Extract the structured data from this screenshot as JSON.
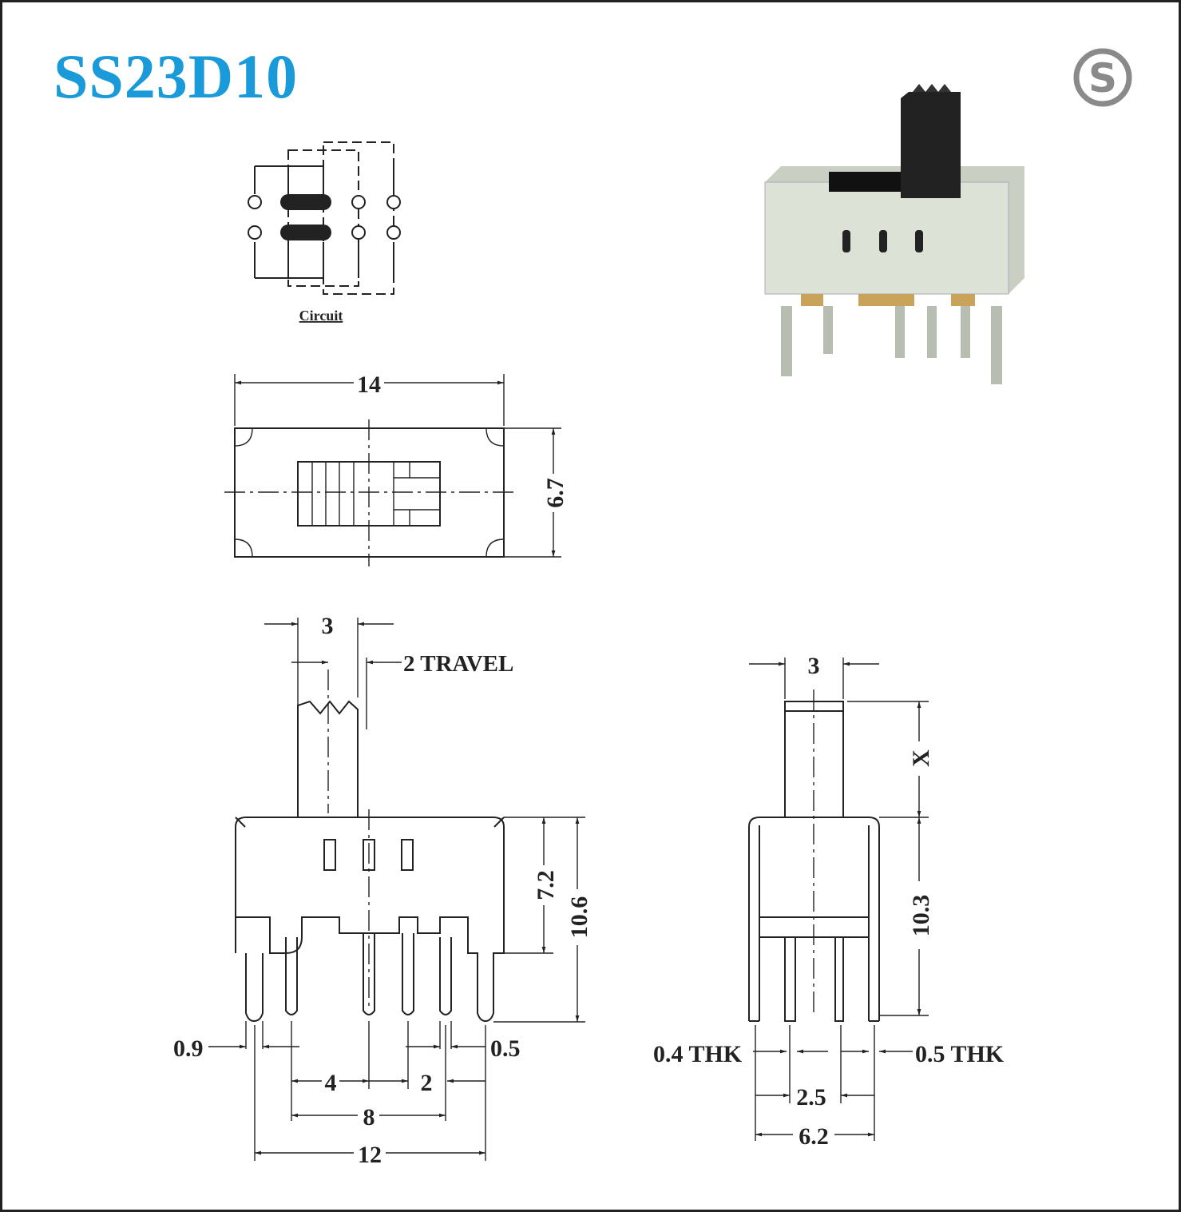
{
  "title": "SS23D10",
  "logo": {
    "letter": "S",
    "color": "#8a8a8a"
  },
  "accent_color": "#1a9ad9",
  "circuit": {
    "label": "Circuit"
  },
  "top_view": {
    "width": "14",
    "height": "6.7"
  },
  "front_view": {
    "actuator_width": "3",
    "travel": "2 TRAVEL",
    "body_height": "7.2",
    "overall_height": "10.6",
    "pin_width": "0.9",
    "pin_thk": "0.5",
    "pitch_a": "4",
    "pitch_b": "2",
    "span_inner": "8",
    "span_outer": "12"
  },
  "side_view": {
    "actuator_width": "3",
    "actuator_height": "X",
    "height": "10.3",
    "thk_left": "0.4 THK",
    "thk_right": "0.5 THK",
    "pin_spacing": "2.5",
    "width": "6.2"
  }
}
